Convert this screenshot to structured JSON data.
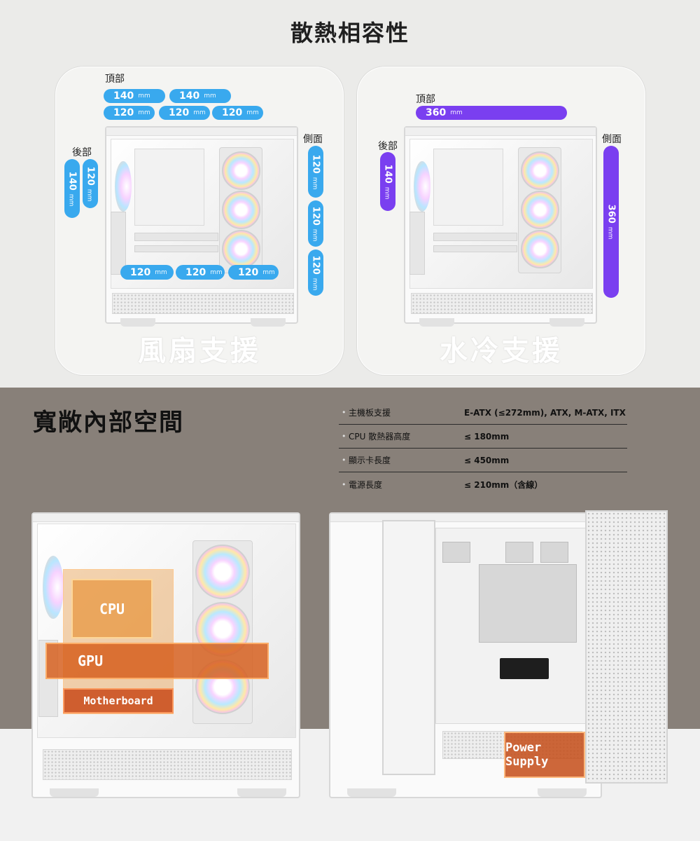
{
  "header": {
    "title": "散熱相容性"
  },
  "fan_card": {
    "caption": "風扇支援",
    "top_label": "頂部",
    "rear_label": "後部",
    "side_label": "側面",
    "top_row1": [
      {
        "size": "140",
        "unit": "mm"
      },
      {
        "size": "140",
        "unit": "mm"
      }
    ],
    "top_row2": [
      {
        "size": "120",
        "unit": "mm"
      },
      {
        "size": "120",
        "unit": "mm"
      },
      {
        "size": "120",
        "unit": "mm"
      }
    ],
    "rear": [
      {
        "size": "140",
        "unit": "mm"
      },
      {
        "size": "120",
        "unit": "mm"
      }
    ],
    "side": [
      {
        "size": "120",
        "unit": "mm"
      },
      {
        "size": "120",
        "unit": "mm"
      },
      {
        "size": "120",
        "unit": "mm"
      }
    ],
    "bottom": [
      {
        "size": "120",
        "unit": "mm"
      },
      {
        "size": "120",
        "unit": "mm"
      },
      {
        "size": "120",
        "unit": "mm"
      }
    ]
  },
  "liquid_card": {
    "caption": "水冷支援",
    "top_label": "頂部",
    "rear_label": "後部",
    "side_label": "側面",
    "top": {
      "size": "360",
      "unit": "mm"
    },
    "rear": {
      "size": "140",
      "unit": "mm"
    },
    "side": {
      "size": "360",
      "unit": "mm"
    }
  },
  "interior": {
    "title": "寬敞內部空間",
    "specs": [
      {
        "label": "主機板支援",
        "value": "E-ATX (≤272mm), ATX, M-ATX, ITX"
      },
      {
        "label": "CPU 散熱器高度",
        "value": "≤ 180mm"
      },
      {
        "label": "顯示卡長度",
        "value": "≤ 450mm"
      },
      {
        "label": "電源長度",
        "value": "≤ 210mm（含線）"
      }
    ],
    "overlays": {
      "cpu": "CPU",
      "gpu": "GPU",
      "motherboard": "Motherboard",
      "psu": "Power Supply"
    }
  },
  "colors": {
    "blue_pill": "#39a9ee",
    "purple_pill": "#7a3ff0",
    "brown_band": "#888079",
    "overlay_orange": "#d65c18"
  }
}
